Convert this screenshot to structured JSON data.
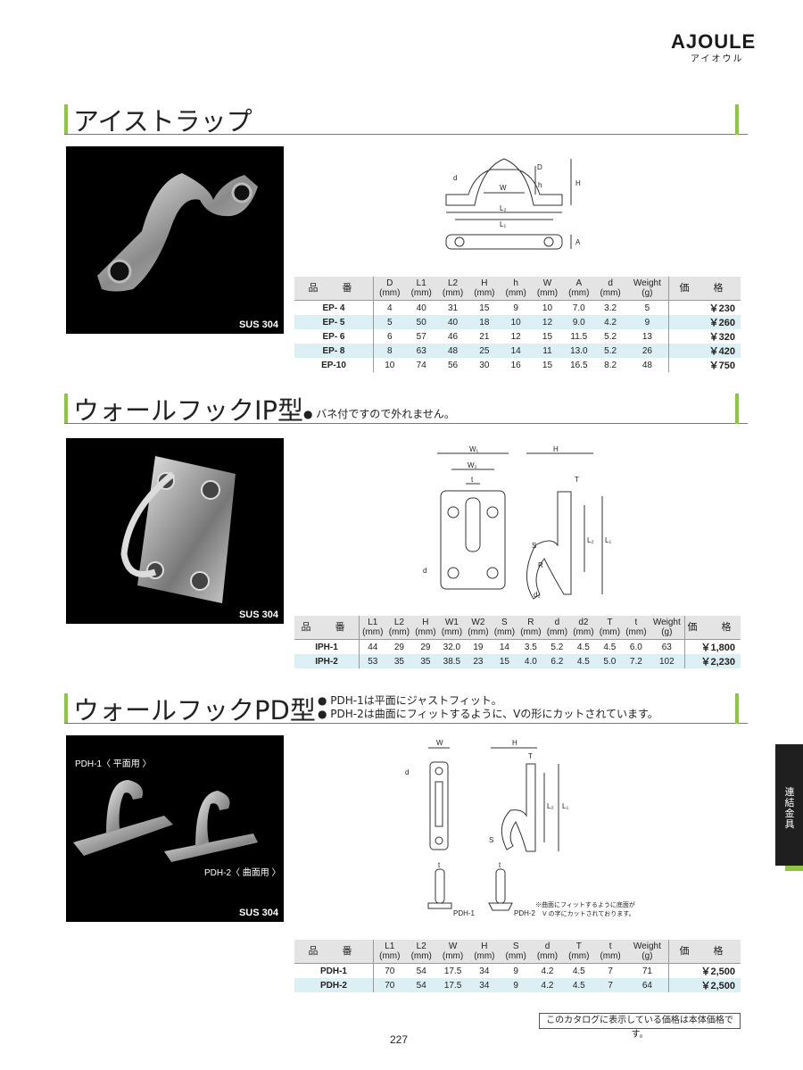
{
  "logo": {
    "brand": "AJOULE",
    "kana": "アイオウル"
  },
  "sections": [
    {
      "title": "アイストラップ",
      "notes": []
    },
    {
      "title": "ウォールフックIP型",
      "notes": [
        "● バネ付ですので外れません。"
      ]
    },
    {
      "title": "ウォールフックPD型",
      "notes": [
        "● PDH-1は平面にジャストフィット。",
        "● PDH-2は曲面にフィットするように、Vの形にカットされています。"
      ]
    }
  ],
  "photos": {
    "material": "SUS 304",
    "pdh1_label": "PDH-1〈 平面用 〉",
    "pdh2_label": "PDH-2〈 曲面用 〉"
  },
  "diagrams": {
    "ep": {
      "D": "D",
      "d": "d",
      "W": "W",
      "h": "h",
      "H": "H",
      "L2": "L₂",
      "L1": "L₁",
      "A": "A"
    },
    "iph": {
      "W1": "W₁",
      "W2": "W₂",
      "t": "t",
      "d": "d",
      "H": "H",
      "T": "T",
      "L2": "L₂",
      "L1": "L₁",
      "S": "S",
      "R": "R",
      "d2": "d₂"
    },
    "pdh": {
      "W": "W",
      "d": "d",
      "H": "H",
      "T": "T",
      "L2": "L₂",
      "L1": "L₁",
      "S": "S",
      "t": "t",
      "pdh1": "PDH-1",
      "pdh2": "PDH-2",
      "note1": "※曲面にフィットするように底面が",
      "note2": "V の字にカットされております。"
    }
  },
  "tables": {
    "ep": {
      "headers": [
        [
          "品　番",
          ""
        ],
        [
          "D",
          "(mm)"
        ],
        [
          "L1",
          "(mm)"
        ],
        [
          "L2",
          "(mm)"
        ],
        [
          "H",
          "(mm)"
        ],
        [
          "h",
          "(mm)"
        ],
        [
          "W",
          "(mm)"
        ],
        [
          "A",
          "(mm)"
        ],
        [
          "d",
          "(mm)"
        ],
        [
          "Weight",
          "(g)"
        ],
        [
          "価　格",
          ""
        ]
      ],
      "rows": [
        [
          "EP- 4",
          "4",
          "40",
          "31",
          "15",
          "9",
          "10",
          "7.0",
          "3.2",
          "5",
          "￥230"
        ],
        [
          "EP- 5",
          "5",
          "50",
          "40",
          "18",
          "10",
          "12",
          "9.0",
          "4.2",
          "9",
          "￥260"
        ],
        [
          "EP- 6",
          "6",
          "57",
          "46",
          "21",
          "12",
          "15",
          "11.5",
          "5.2",
          "13",
          "￥320"
        ],
        [
          "EP- 8",
          "8",
          "63",
          "48",
          "25",
          "14",
          "11",
          "13.0",
          "5.2",
          "26",
          "￥420"
        ],
        [
          "EP-10",
          "10",
          "74",
          "56",
          "30",
          "16",
          "15",
          "16.5",
          "8.2",
          "48",
          "￥750"
        ]
      ]
    },
    "iph": {
      "headers": [
        [
          "品　番",
          ""
        ],
        [
          "L1",
          "(mm)"
        ],
        [
          "L2",
          "(mm)"
        ],
        [
          "H",
          "(mm)"
        ],
        [
          "W1",
          "(mm)"
        ],
        [
          "W2",
          "(mm)"
        ],
        [
          "S",
          "(mm)"
        ],
        [
          "R",
          "(mm)"
        ],
        [
          "d",
          "(mm)"
        ],
        [
          "d2",
          "(mm)"
        ],
        [
          "T",
          "(mm)"
        ],
        [
          "t",
          "(mm)"
        ],
        [
          "Weight",
          "(g)"
        ],
        [
          "価　格",
          ""
        ]
      ],
      "rows": [
        [
          "IPH-1",
          "44",
          "29",
          "29",
          "32.0",
          "19",
          "14",
          "3.5",
          "5.2",
          "4.5",
          "4.5",
          "6.0",
          "63",
          "￥1,800"
        ],
        [
          "IPH-2",
          "53",
          "35",
          "35",
          "38.5",
          "23",
          "15",
          "4.0",
          "6.2",
          "4.5",
          "5.0",
          "7.2",
          "102",
          "￥2,230"
        ]
      ]
    },
    "pdh": {
      "headers": [
        [
          "品　番",
          ""
        ],
        [
          "L1",
          "(mm)"
        ],
        [
          "L2",
          "(mm)"
        ],
        [
          "W",
          "(mm)"
        ],
        [
          "H",
          "(mm)"
        ],
        [
          "S",
          "(mm)"
        ],
        [
          "d",
          "(mm)"
        ],
        [
          "T",
          "(mm)"
        ],
        [
          "t",
          "(mm)"
        ],
        [
          "Weight",
          "(g)"
        ],
        [
          "価　格",
          ""
        ]
      ],
      "rows": [
        [
          "PDH-1",
          "70",
          "54",
          "17.5",
          "34",
          "9",
          "4.2",
          "4.5",
          "7",
          "71",
          "￥2,500"
        ],
        [
          "PDH-2",
          "70",
          "54",
          "17.5",
          "34",
          "9",
          "4.2",
          "4.5",
          "7",
          "64",
          "￥2,500"
        ]
      ]
    }
  },
  "side_tab": "連結金具",
  "footer_note": "このカタログに表示している価格は本体価格です。",
  "page_number": "227",
  "colors": {
    "accent_green": "#8ec63f",
    "row_alt": "#dceff4",
    "header_bg": "#e5e4e4"
  }
}
